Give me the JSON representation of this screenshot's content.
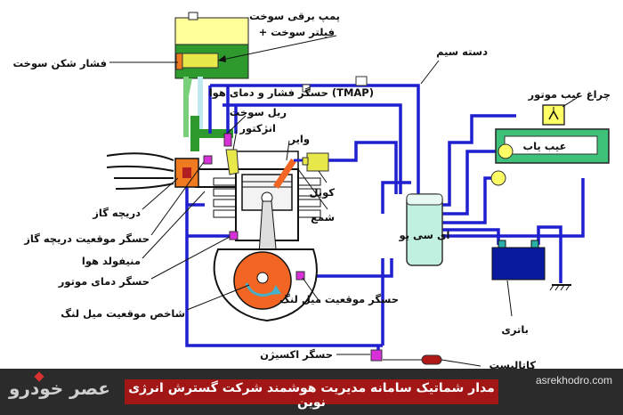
{
  "labels": {
    "fuel_pump": "پمپ برقی سوخت",
    "fuel_filter": "+ فیلتر سوخت",
    "pressure_regulator": "فشار شکن سوخت",
    "wire_harness": "دسته سیم",
    "tmap_sensor": "حسگر فشار و دمای هوا (TMAP)",
    "fuel_rail": "ریل سوخت",
    "injector": "انژکتور",
    "wire": "وایر",
    "coil": "کویل",
    "spark_plug": "شمع",
    "throttle": "دریچه گاز",
    "throttle_position_sensor": "حسگر موقعیت دریچه گاز",
    "intake_manifold": "منیفولد هوا",
    "engine_temp_sensor": "حسگر دمای موتور",
    "crank_position_sensor": "حسگر موقعیت میل لنگ",
    "crank_position_indicator": "شاخص موقعیت میل لنگ",
    "ecu": "ای سی یو",
    "check_engine_lamp": "چراغ عیب موتور",
    "fault_finder": "عیب یاب",
    "battery": "باتری",
    "oxygen_sensor": "حسگر اکسیژن",
    "catalyst": "کاتالیست"
  },
  "footer": {
    "caption": "مدار شماتیک سامانه مدیریت هوشمند شرکت گسترش انرژی نوین",
    "logo": "عصر خودرو",
    "site": "asrekhodro.com"
  },
  "colors": {
    "wire": "#1f1fd0",
    "tank": "#2e9a2e",
    "tank_top": "#ffff99",
    "ecu": "#bff0e0",
    "battery": "#0a1a9e",
    "connector": "#d830d8",
    "piston_cylinder": "#f26522",
    "footer_bg": "#2b2b2b",
    "caption_bg": "#a31616"
  }
}
